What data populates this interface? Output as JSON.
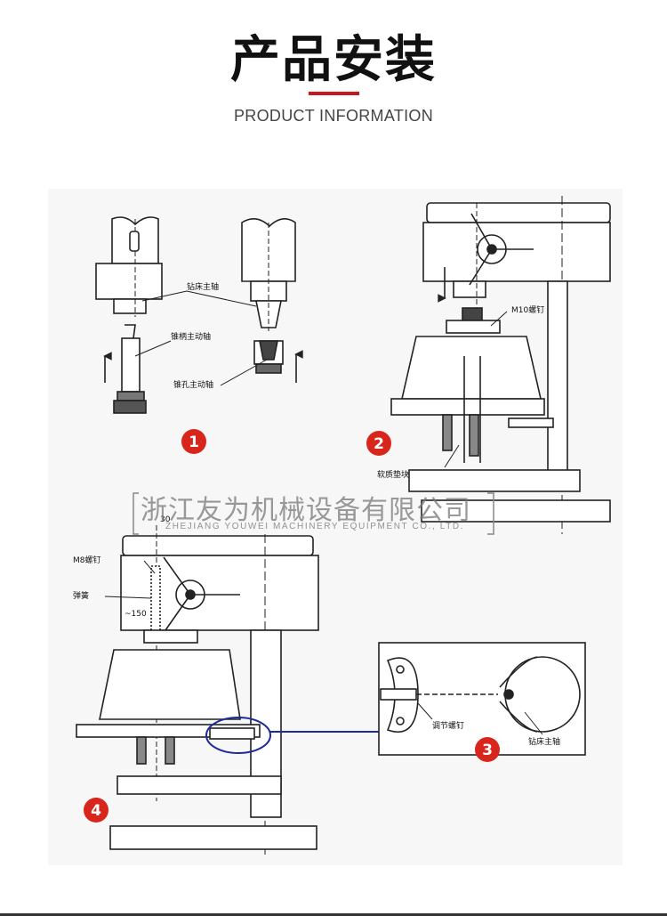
{
  "header": {
    "title": "产品安装",
    "subtitle": "PRODUCT INFORMATION"
  },
  "diagram": {
    "step1": {
      "number": "1",
      "label_spindle": "钻床主轴",
      "label_taper_shank": "锥柄主动轴",
      "label_taper_hole": "锥孔主动轴"
    },
    "step2": {
      "number": "2",
      "label_m10": "M10螺钉",
      "label_pad": "软质垫块"
    },
    "step3": {
      "number": "3",
      "label_adjust_screw": "调节螺钉",
      "label_spindle": "钻床主轴"
    },
    "step4": {
      "number": "4",
      "label_m8": "M8螺钉",
      "label_spring": "弹簧",
      "label_30": "30",
      "label_150": "~150"
    }
  },
  "watermark": {
    "company_cn": "浙江友为机械设备有限公司",
    "company_en": "ZHEJIANG YOUWEI MACHINERY EQUIPMENT CO., LTD."
  },
  "colors": {
    "accent_red": "#c8161d",
    "badge_red": "#d9261c",
    "callout_blue": "#1c2a9c",
    "line": "#222222"
  }
}
